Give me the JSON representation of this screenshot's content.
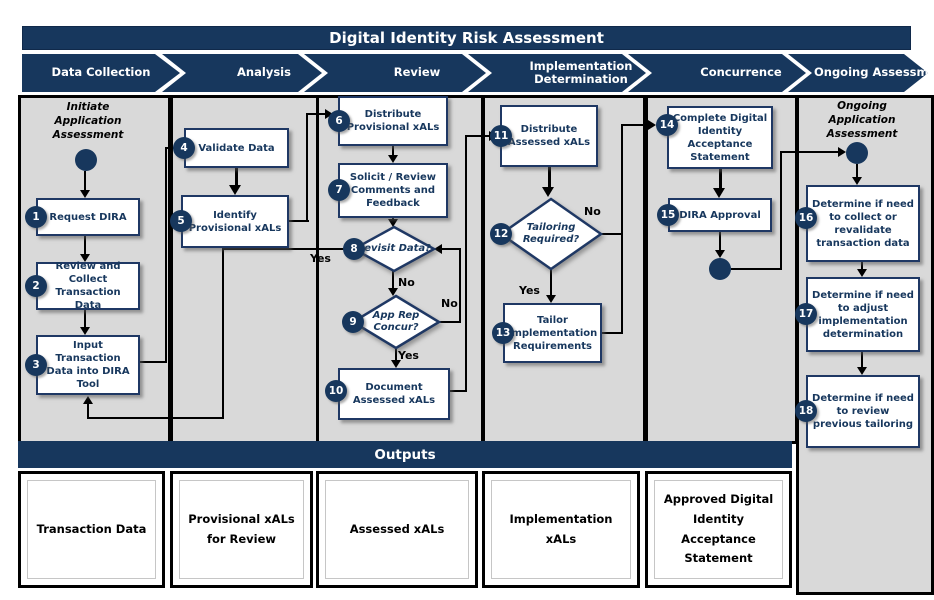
{
  "title": "Digital Identity Risk Assessment",
  "stages": [
    {
      "label": "Data Collection"
    },
    {
      "label": "Analysis"
    },
    {
      "label": "Review"
    },
    {
      "label": "Implementation Determination"
    },
    {
      "label": "Concurrence"
    },
    {
      "label": "Ongoing Assessment"
    }
  ],
  "start_labels": {
    "data_collection": "Initiate Application Assessment",
    "ongoing": "Ongoing Application Assessment"
  },
  "nodes": {
    "n1": {
      "num": "1",
      "label": "Request DIRA"
    },
    "n2": {
      "num": "2",
      "label": "Review and Collect Transaction Data"
    },
    "n3": {
      "num": "3",
      "label": "Input Transaction Data into DIRA Tool"
    },
    "n4": {
      "num": "4",
      "label": "Validate Data"
    },
    "n5": {
      "num": "5",
      "label": "Identify Provisional xALs"
    },
    "n6": {
      "num": "6",
      "label": "Distribute Provisional xALs"
    },
    "n7": {
      "num": "7",
      "label": "Solicit / Review Comments and Feedback"
    },
    "n8": {
      "num": "8",
      "label": "Revisit Data?",
      "type": "decision"
    },
    "n9": {
      "num": "9",
      "label": "App Rep Concur?",
      "type": "decision"
    },
    "n10": {
      "num": "10",
      "label": "Document Assessed xALs"
    },
    "n11": {
      "num": "11",
      "label": "Distribute Assessed xALs"
    },
    "n12": {
      "num": "12",
      "label": "Tailoring Required?",
      "type": "decision"
    },
    "n13": {
      "num": "13",
      "label": "Tailor Implementation Requirements"
    },
    "n14": {
      "num": "14",
      "label": "Complete Digital Identity Acceptance Statement"
    },
    "n15": {
      "num": "15",
      "label": "DIRA Approval"
    },
    "n16": {
      "num": "16",
      "label": "Determine if need to collect or revalidate transaction data"
    },
    "n17": {
      "num": "17",
      "label": "Determine if need to adjust implementation determination"
    },
    "n18": {
      "num": "18",
      "label": "Determine if need to review previous tailoring"
    }
  },
  "labels": {
    "yes": "Yes",
    "no": "No"
  },
  "outputs": {
    "banner": "Outputs",
    "items": [
      "Transaction Data",
      "Provisional xALs for Review",
      "Assessed xALs",
      "Implementation xALs",
      "Approved Digital Identity Acceptance Statement"
    ]
  },
  "colors": {
    "navy": "#17375D",
    "box_border": "#1F3864",
    "lane_gray": "#D9D9D9",
    "line_black": "#000000",
    "white": "#FFFFFF"
  }
}
